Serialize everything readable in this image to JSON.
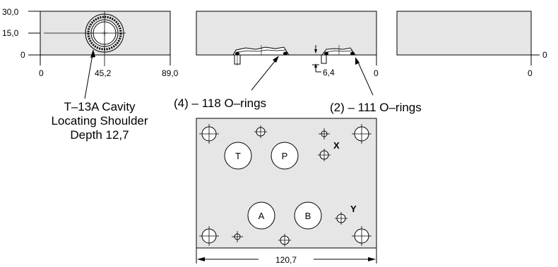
{
  "colors": {
    "body_fill": "#e6e6e6",
    "stroke": "#000000",
    "background": "#ffffff"
  },
  "side_view_left": {
    "y_labels": [
      "30,0",
      "15,0",
      "0"
    ],
    "x_labels": [
      "0",
      "45,2",
      "89,0"
    ],
    "cavity_callout": [
      "T–13A Cavity",
      "Locating Shoulder",
      "Depth 12,7"
    ]
  },
  "side_view_middle": {
    "oring_callout_118": "(4) – 118 O–rings",
    "oring_callout_111": "(2) – 111 O–rings",
    "depth_label": "6,4",
    "x_end_label": "0"
  },
  "side_view_right": {
    "x_label": "0",
    "y_label": "0"
  },
  "top_view": {
    "ports": {
      "T": "T",
      "P": "P",
      "A": "A",
      "B": "B"
    },
    "pilot_x": "X",
    "pilot_y": "Y",
    "width_label": "120,7"
  }
}
